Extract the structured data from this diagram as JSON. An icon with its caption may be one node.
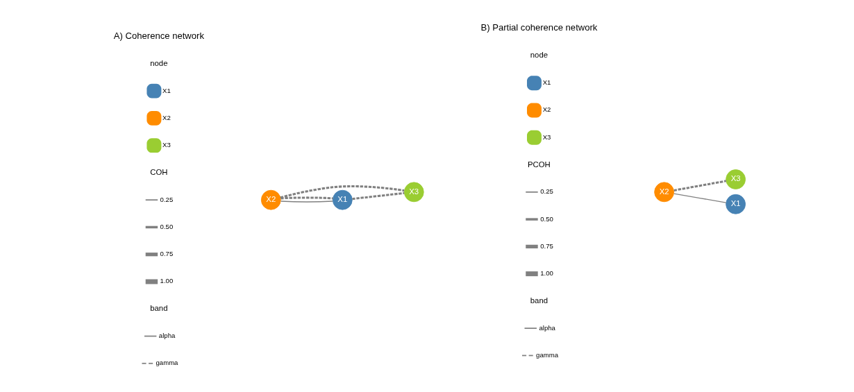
{
  "diagram": {
    "nodes": [
      {
        "text": [
          "X1"
        ]
      },
      {
        "text": [
          "X2"
        ]
      },
      {
        "text": [
          "X3"
        ]
      },
      {
        "text": [
          "X1"
        ]
      },
      {
        "text": [
          "X2"
        ]
      },
      {
        "text": [
          "X3"
        ]
      }
    ],
    "edges": [
      {
        "from": 1,
        "to": 0,
        "arrow": "none"
      },
      {
        "from": 1,
        "to": 0,
        "arrow": "none",
        "style": "dashed"
      },
      {
        "from": 1,
        "to": 2,
        "arrow": "none",
        "style": "dashed"
      },
      {
        "from": 0,
        "to": 2,
        "arrow": "none",
        "style": "dashed"
      },
      {
        "from": 4,
        "to": 3,
        "arrow": "none"
      },
      {
        "from": 4,
        "to": 5,
        "arrow": "none",
        "style": "dashed"
      }
    ],
    "labels": [
      "A) Coherence network",
      "node",
      "COH",
      "band",
      "B) Partial coherence network",
      "node",
      "PCOH",
      "band"
    ],
    "legend": [
      {
        "text": "X1",
        "color": "#4682b4"
      },
      {
        "text": "X2",
        "color": "#ff8c00"
      },
      {
        "text": "X3",
        "color": "#9acd32"
      },
      {
        "text": "0.25"
      },
      {
        "text": "0.50"
      },
      {
        "text": "0.75"
      },
      {
        "text": "1.00"
      },
      {
        "text": "alpha"
      },
      {
        "text": "gamma"
      },
      {
        "text": "X1",
        "color": "#4682b4"
      },
      {
        "text": "X2",
        "color": "#ff8c00"
      },
      {
        "text": "X3",
        "color": "#9acd32"
      },
      {
        "text": "0.25"
      },
      {
        "text": "0.50"
      },
      {
        "text": "0.75"
      },
      {
        "text": "1.00"
      },
      {
        "text": "alpha"
      },
      {
        "text": "gamma"
      }
    ]
  }
}
